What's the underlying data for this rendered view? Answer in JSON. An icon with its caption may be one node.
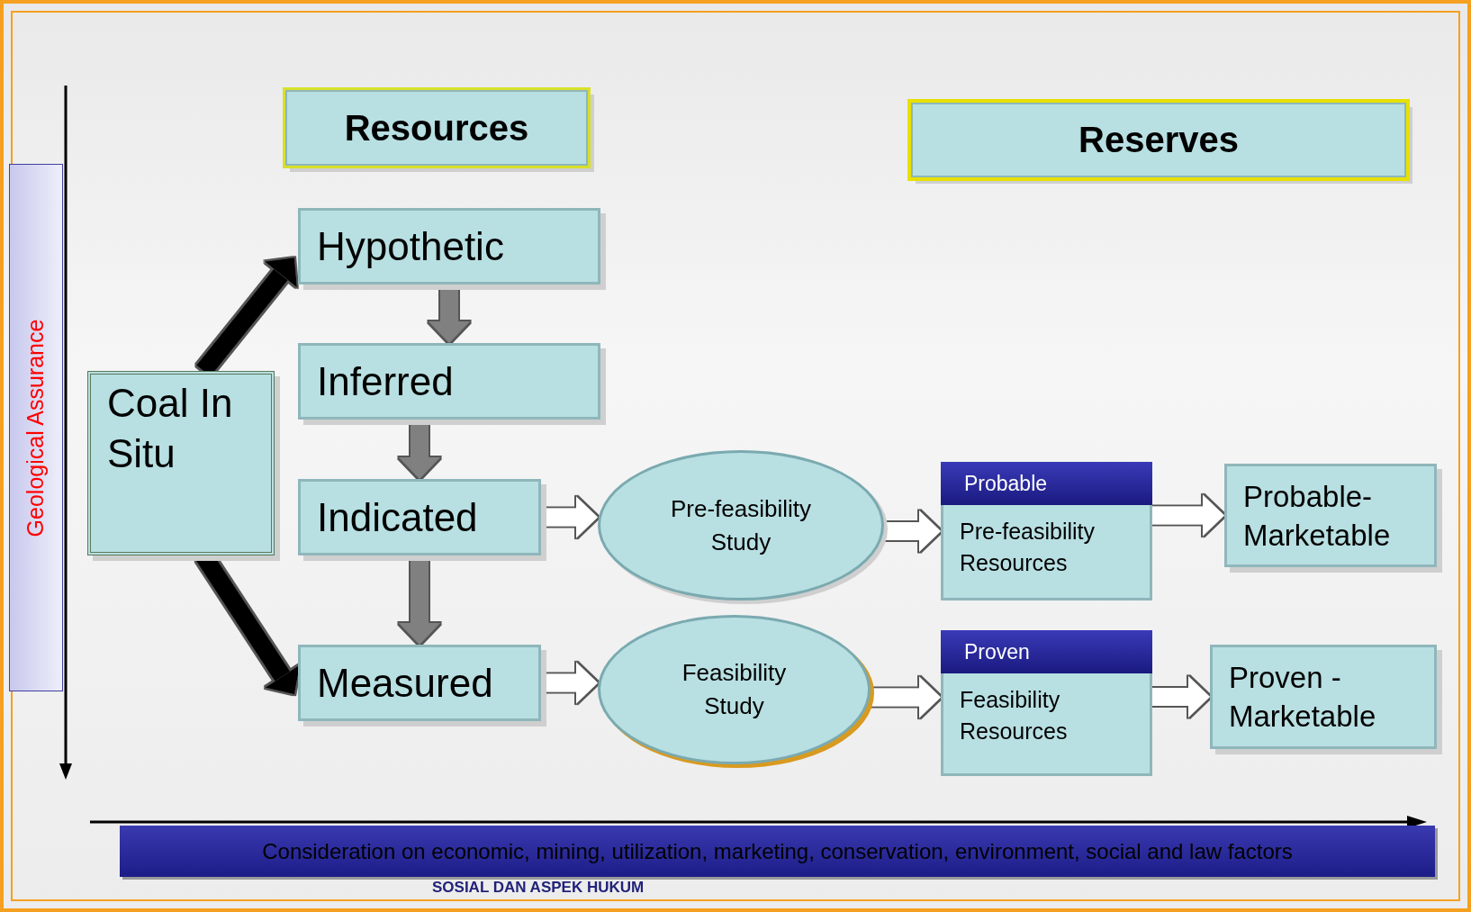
{
  "diagram": {
    "nodes": [
      {
        "text": [
          "Resources"
        ]
      },
      {
        "text": [
          "Reserves"
        ]
      },
      {
        "text": [
          "Hypothetic"
        ]
      },
      {
        "text": [
          "Inferred"
        ]
      },
      {
        "text": [
          "Indicated"
        ]
      },
      {
        "text": [
          "Measured"
        ]
      },
      {
        "text": [
          "Coal In Situ"
        ]
      },
      {
        "text": [
          "Pre-feasibility Study"
        ]
      },
      {
        "text": [
          "Feasibility Study"
        ]
      },
      {
        "text": [
          "Probable",
          "Pre-feasibility Resources"
        ]
      },
      {
        "text": [
          "Proven",
          "Feasibility Resources"
        ]
      },
      {
        "text": [
          "Probable-Marketable"
        ]
      },
      {
        "text": [
          "Proven - Marketable"
        ]
      },
      {
        "text": [
          "Geological Assurance"
        ]
      },
      {
        "text": [
          "Consideration on economic, mining, utilization, marketing, conservation, environment, social and law factors"
        ]
      }
    ],
    "edges": [
      {
        "from": 6,
        "to": 2,
        "arrow": "to",
        "color": "#000000"
      },
      {
        "from": 6,
        "to": 5,
        "arrow": "to",
        "color": "#000000"
      },
      {
        "from": 2,
        "to": 3,
        "arrow": "to",
        "color": "#808080"
      },
      {
        "from": 3,
        "to": 4,
        "arrow": "to",
        "color": "#808080"
      },
      {
        "from": 4,
        "to": 5,
        "arrow": "to",
        "color": "#808080"
      },
      {
        "from": 4,
        "to": 7,
        "arrow": "to"
      },
      {
        "from": 5,
        "to": 8,
        "arrow": "to"
      },
      {
        "from": 7,
        "to": 9,
        "arrow": "to"
      },
      {
        "from": 8,
        "to": 10,
        "arrow": "to"
      },
      {
        "from": 9,
        "to": 11,
        "arrow": "to"
      },
      {
        "from": 10,
        "to": 12,
        "arrow": "to"
      }
    ],
    "labels": [
      "SOSIAL DAN ASPEK HUKUM"
    ]
  }
}
